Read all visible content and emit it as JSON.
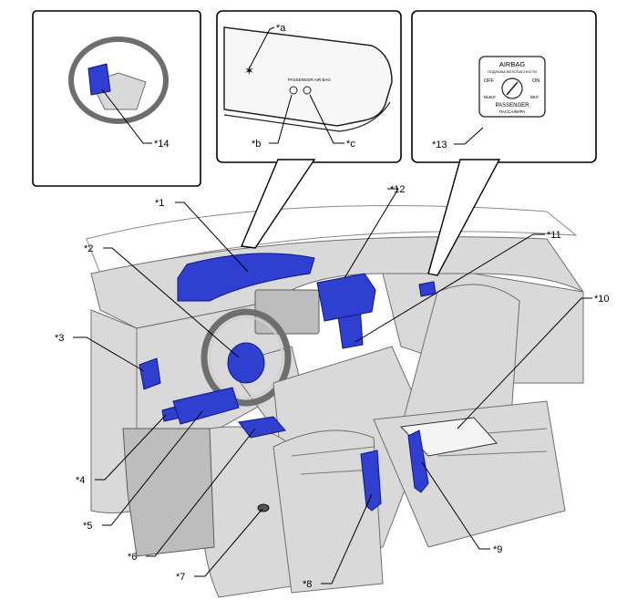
{
  "callouts": {
    "c1": "*1",
    "c2": "*2",
    "c3": "*3",
    "c4": "*4",
    "c5": "*5",
    "c6": "*6",
    "c7": "*7",
    "c8": "*8",
    "c9": "*9",
    "c10": "*10",
    "c11": "*11",
    "c12": "*12",
    "c13": "*13",
    "c14": "*14",
    "ca": "*a",
    "cb": "*b",
    "cc": "*c"
  },
  "meter_label": "PASSENGER AIR BAG",
  "airbag_label": {
    "line1": "AIRBAG",
    "line2": "ПОДУШКА БЕЗОПАСНОСТИ",
    "off": "OFF",
    "on": "ON",
    "off_ru": "ВЫКЛ",
    "on_ru": "ВКЛ",
    "line3": "PASSENGER",
    "line4": "ПАССАЖИРА"
  },
  "colors": {
    "part": "#2f3fd0",
    "outline": "#000000"
  }
}
